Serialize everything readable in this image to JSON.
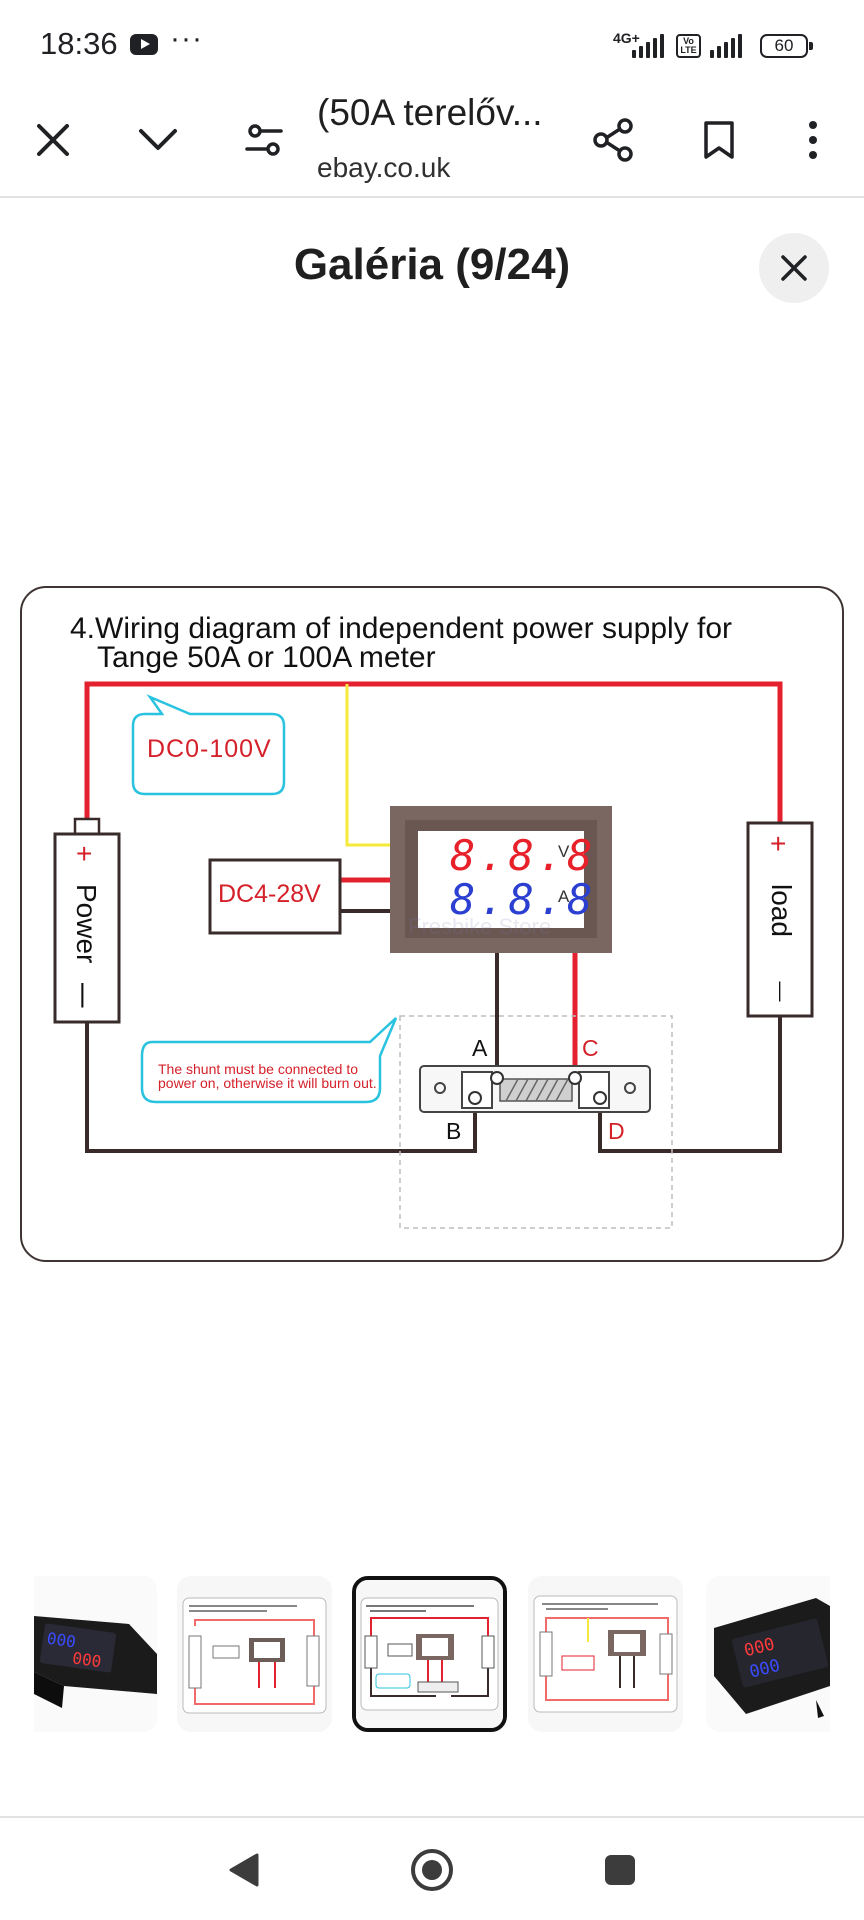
{
  "status_bar": {
    "time": "18:36",
    "network": "4G+",
    "volte": "Vo LTE",
    "battery": "60"
  },
  "toolbar": {
    "title": "(50A terelőv...",
    "url": "ebay.co.uk"
  },
  "gallery": {
    "title": "Galéria (9/24)"
  },
  "diagram": {
    "title_line1": "4.Wiring diagram of independent power supply for",
    "title_line2": "Tange 50A or 100A meter",
    "bubble_voltage": "DC0-100V",
    "aux_supply": "DC4-28V",
    "display_top": "8.8.8",
    "display_top_unit": "V",
    "display_bottom": "8.8.8",
    "display_bottom_unit": "A",
    "power_label": "Power",
    "load_label": "load",
    "plus_sign": "+",
    "minus_sign": "|",
    "load_minus_sign": "—",
    "terminal_a": "A",
    "terminal_b": "B",
    "terminal_c": "C",
    "terminal_d": "D",
    "shunt_note": "The shunt must be connected to power on, otherwise it will burn out.",
    "watermark": "Fresbike Store"
  },
  "colors": {
    "wire_red": "#e4212f",
    "wire_black": "#3a2b2b",
    "wire_yellow": "#f5e93a",
    "bubble_cyan": "#29c3df",
    "text_red": "#d4212a",
    "digit_red": "#e8202a",
    "digit_blue": "#2b3fd1",
    "meter_frame": "#7a6762"
  },
  "thumbnails": [
    {
      "name": "meter-photo-red-blue"
    },
    {
      "name": "wiring-diagram-3"
    },
    {
      "name": "wiring-diagram-4",
      "selected": true
    },
    {
      "name": "wiring-diagram-5"
    },
    {
      "name": "meter-photo-blue-red"
    }
  ]
}
